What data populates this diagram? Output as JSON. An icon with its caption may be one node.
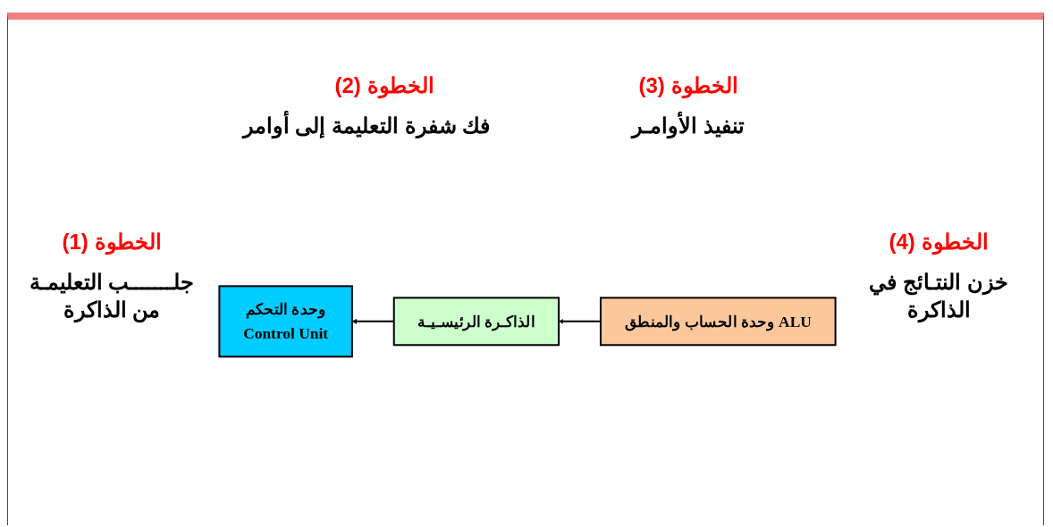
{
  "diagram": {
    "nodes": [
      {
        "text": [
          "وحدة التحكم",
          "Control Unit"
        ]
      },
      {
        "text": [
          "وحدة الحساب والمنطق ALU"
        ]
      },
      {
        "text": [
          "الذاكـرة الرئيسـيـة"
        ]
      }
    ],
    "edges": [
      {
        "from": 2,
        "to": 0,
        "arrow": "to"
      },
      {
        "from": 1,
        "to": 2,
        "arrow": "to"
      }
    ],
    "labels": [
      "الخطوة (2)",
      "فك شفرة التعليمة إلى أوامر",
      "الخطوة (3)",
      "تنفيذ الأوامـر",
      "الخطوة (1)",
      "جلـــــــب التعليمـة من الذاكرة",
      "الخطوة (4)",
      "خزن النتـائج في الذاكرة"
    ]
  }
}
